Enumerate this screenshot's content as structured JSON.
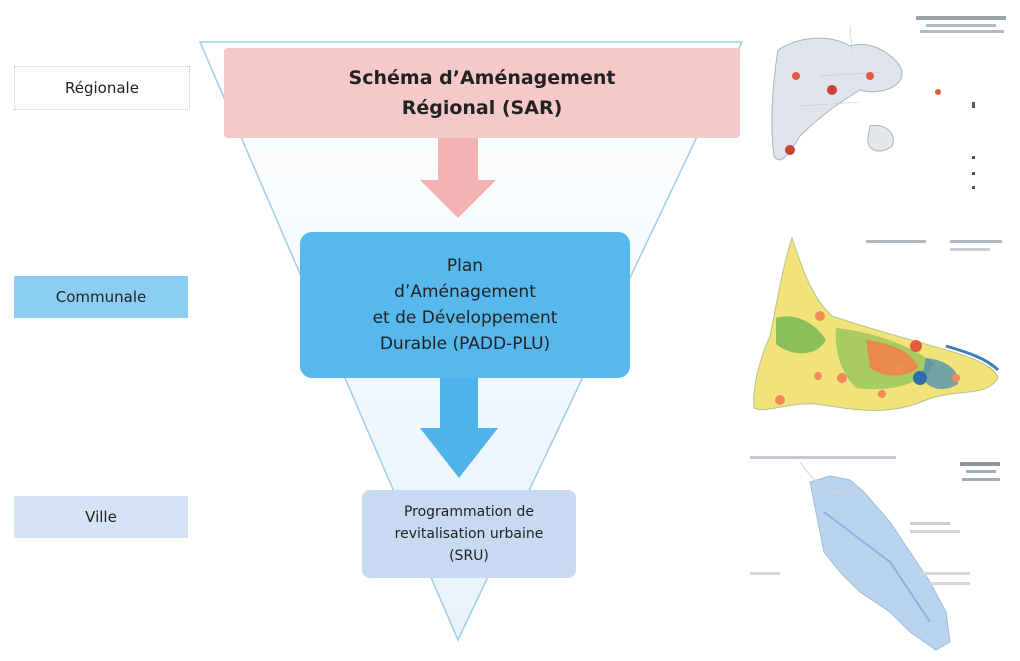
{
  "levels": {
    "regionale": "Régionale",
    "communale": "Communale",
    "ville": "Ville"
  },
  "boxes": {
    "sar": [
      "Schéma d’Aménagement",
      "Régional (SAR)"
    ],
    "padd": [
      "Plan",
      "d’Aménagement",
      "et de Développement",
      "Durable (PADD-PLU)"
    ],
    "sru": [
      "Programmation de",
      "revitalisation urbaine",
      "(SRU)"
    ]
  },
  "colors": {
    "sar_box": "#f5c9c9",
    "padd_box": "#56b8ec",
    "sru_box": "#c8d9f2",
    "arrow_pink": "#f3b2b2",
    "arrow_blue": "#4fb3ea",
    "funnel_fill": "#eef6fc",
    "funnel_edge": "#9ecde9"
  }
}
